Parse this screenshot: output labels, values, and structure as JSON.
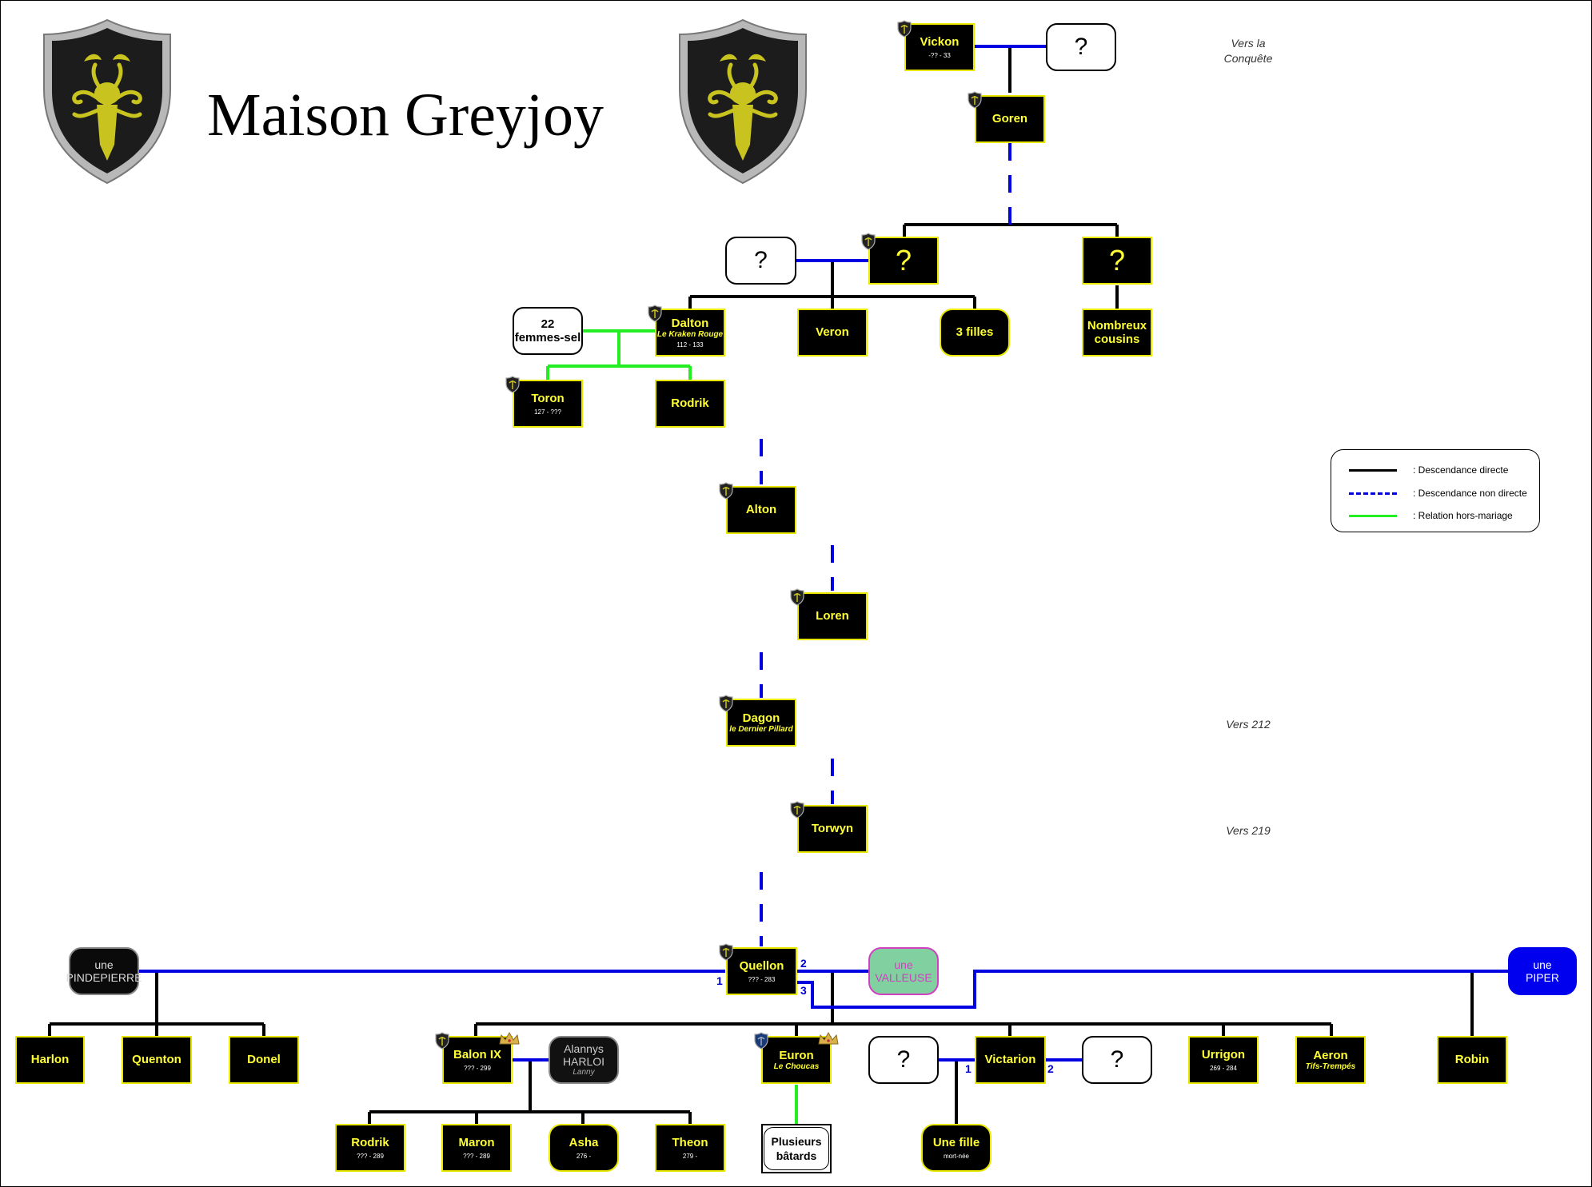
{
  "title": "Maison Greyjoy",
  "era_notes": {
    "conquest": "Vers la\nConquête",
    "e212": "Vers 212",
    "e219": "Vers 219"
  },
  "legend": {
    "direct": ": Descendance directe",
    "indirect": ": Descendance non directe",
    "extramarital": ": Relation hors-mariage"
  },
  "colors": {
    "direct": "#000000",
    "indirect": "#0000e0",
    "extramarital": "#22ee22",
    "box_border": "#e8e800",
    "name_text": "#ffff33"
  },
  "persons": {
    "vickon": {
      "name": "Vickon",
      "dates": "-?? - 33"
    },
    "vickon_spouse": {
      "name": "?"
    },
    "goren": {
      "name": "Goren"
    },
    "unk_lord": {
      "name": "?"
    },
    "unk_lord_spouse": {
      "name": "?"
    },
    "unk_brother": {
      "name": "?"
    },
    "dalton": {
      "name": "Dalton",
      "epithet": "Le Kraken Rouge",
      "dates": "112 - 133"
    },
    "saltwives": {
      "name": "22\nfemmes-sel"
    },
    "veron": {
      "name": "Veron"
    },
    "three_daughters": {
      "name": "3 filles"
    },
    "cousins": {
      "name": "Nombreux\ncousins"
    },
    "toron": {
      "name": "Toron",
      "dates": "127 - ???"
    },
    "rodrik_old": {
      "name": "Rodrik"
    },
    "alton": {
      "name": "Alton"
    },
    "loren": {
      "name": "Loren"
    },
    "dagon": {
      "name": "Dagon",
      "epithet": "le Dernier Pillard"
    },
    "torwyn": {
      "name": "Torwyn"
    },
    "quellon": {
      "name": "Quellon",
      "dates": "??? - 283"
    },
    "pindepierre": {
      "name1": "une",
      "name2": "PINDEPIERRE"
    },
    "valleuse": {
      "name1": "une",
      "name2": "VALLEUSE"
    },
    "piper": {
      "name1": "une",
      "name2": "PIPER"
    },
    "harlon": {
      "name": "Harlon"
    },
    "quenton": {
      "name": "Quenton"
    },
    "donel": {
      "name": "Donel"
    },
    "balon": {
      "name": "Balon IX",
      "dates": "??? - 299"
    },
    "alannys": {
      "name1": "Alannys",
      "name2": "HARLOI",
      "epithet": "Lanny"
    },
    "euron": {
      "name": "Euron",
      "epithet": "Le Choucas"
    },
    "victarion_w1": {
      "name": "?"
    },
    "victarion": {
      "name": "Victarion"
    },
    "victarion_w2": {
      "name": "?"
    },
    "urrigon": {
      "name": "Urrigon",
      "dates": "269 - 284"
    },
    "aeron": {
      "name": "Aeron",
      "epithet": "Tifs-Trempés"
    },
    "robin": {
      "name": "Robin"
    },
    "rodrik": {
      "name": "Rodrik",
      "dates": "??? - 289"
    },
    "maron": {
      "name": "Maron",
      "dates": "??? - 289"
    },
    "asha": {
      "name": "Asha",
      "dates": "276 -"
    },
    "theon": {
      "name": "Theon",
      "dates": "279 -"
    },
    "bastards": {
      "name": "Plusieurs\nbâtards"
    },
    "une_fille": {
      "name": "Une fille",
      "dates": "mort-née"
    }
  },
  "marriage_numbers": {
    "q1": "1",
    "q2": "2",
    "q3": "3",
    "v1": "1",
    "v2": "2"
  }
}
